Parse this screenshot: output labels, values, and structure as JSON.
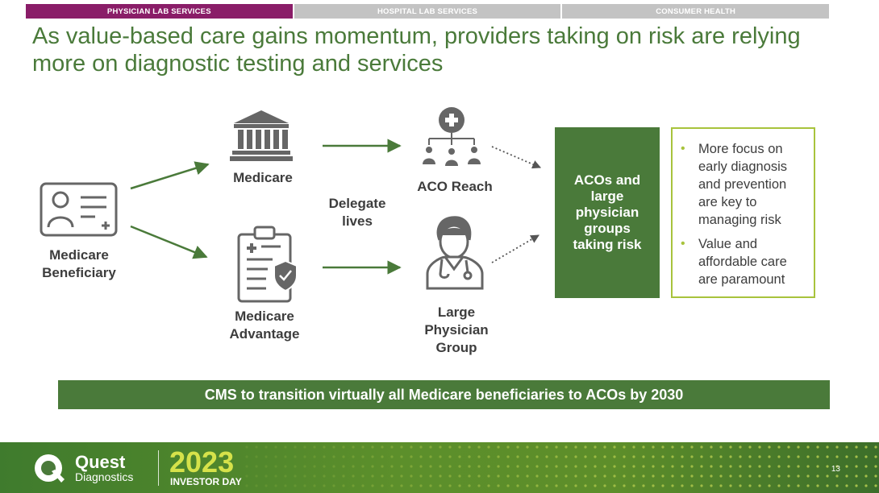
{
  "tabs": [
    {
      "label": "PHYSICIAN LAB SERVICES",
      "active": true
    },
    {
      "label": "HOSPITAL LAB SERVICES",
      "active": false
    },
    {
      "label": "CONSUMER HEALTH",
      "active": false
    }
  ],
  "title": "As value-based care gains momentum, providers taking on risk are relying more on diagnostic testing and services",
  "diagram": {
    "beneficiary": {
      "label": "Medicare Beneficiary",
      "icon": "id-card-icon"
    },
    "medicare": {
      "label": "Medicare",
      "icon": "government-building-icon"
    },
    "medicare_advantage": {
      "label": "Medicare Advantage",
      "icon": "clipboard-shield-icon"
    },
    "delegate": {
      "label": "Delegate lives"
    },
    "aco_reach": {
      "label": "ACO Reach",
      "icon": "network-medical-icon"
    },
    "large_group": {
      "label": "Large Physician Group",
      "icon": "doctor-icon"
    },
    "aco_box": {
      "label": "ACOs and large physician groups taking risk"
    },
    "bullets": [
      "More focus on early diagnosis and prevention are key to managing risk",
      "Value and affordable care are paramount"
    ]
  },
  "banner": "CMS to transition virtually all Medicare beneficiaries to ACOs by 2030",
  "footer": {
    "brand": "Quest",
    "brand_sub": "Diagnostics",
    "year": "2023",
    "event": "INVESTOR DAY",
    "page": "13"
  },
  "colors": {
    "green": "#4a7a3a",
    "lime": "#a8c33c",
    "plum": "#8a1d68",
    "gray": "#c3c3c3"
  }
}
